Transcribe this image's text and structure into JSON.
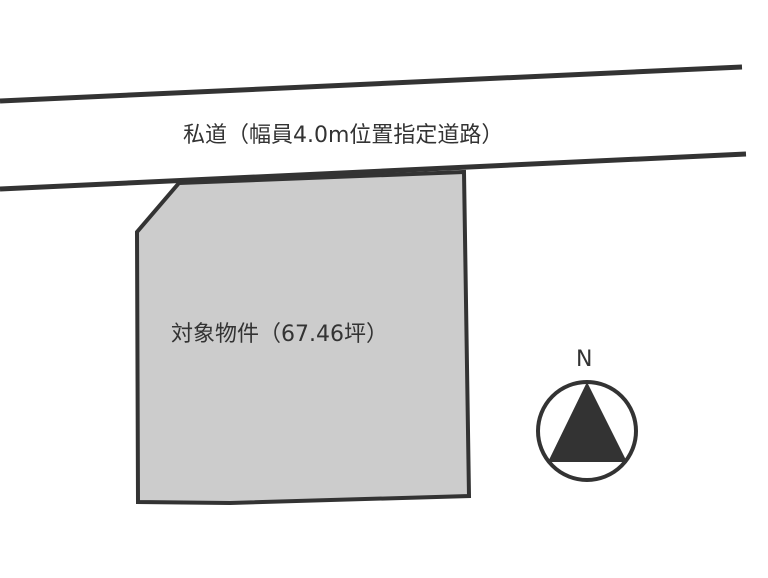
{
  "road": {
    "label": "私道（幅員4.0m位置指定道路）"
  },
  "lot": {
    "label": "対象物件（67.46坪）",
    "fill_color": "#cccccc"
  },
  "compass": {
    "label": "N"
  },
  "colors": {
    "line": "#333333"
  }
}
